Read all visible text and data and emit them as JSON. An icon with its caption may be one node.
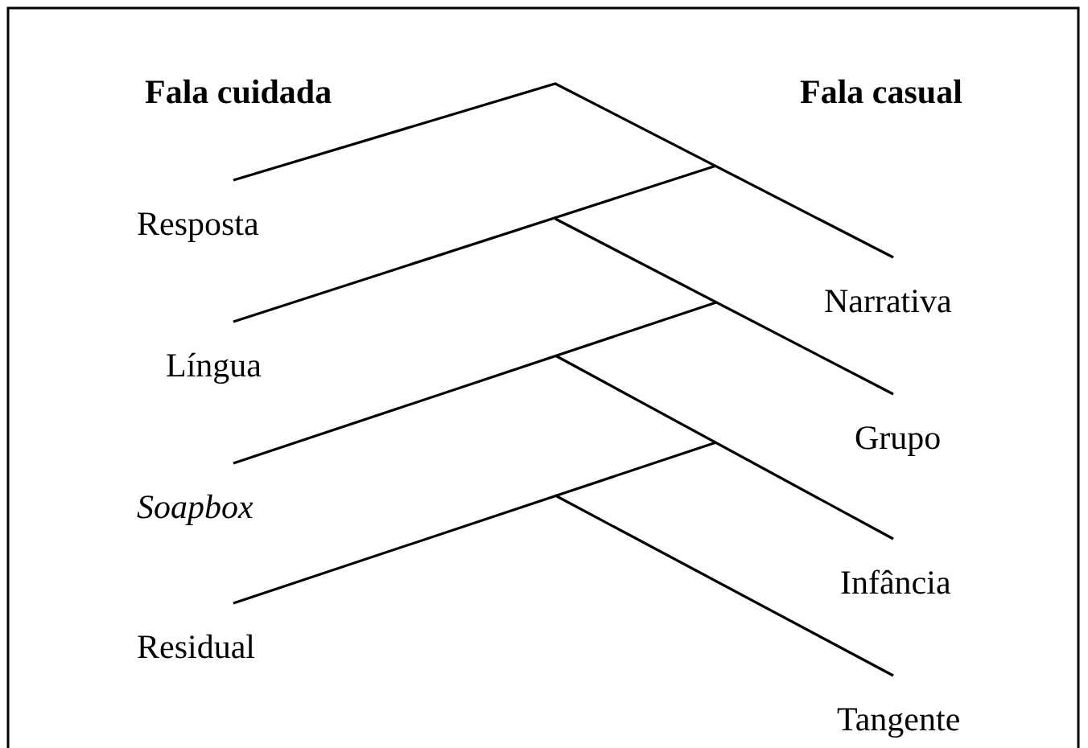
{
  "diagram": {
    "nodes": [
      {
        "text": [
          "Resposta"
        ]
      },
      {
        "text": [
          "Narrativa"
        ]
      },
      {
        "text": [
          "Língua"
        ]
      },
      {
        "text": [
          "Grupo"
        ]
      },
      {
        "text": [
          "Soapbox"
        ]
      },
      {
        "text": [
          "Infância"
        ]
      },
      {
        "text": [
          "Residual"
        ]
      },
      {
        "text": [
          "Tangente"
        ]
      }
    ],
    "edges": [
      {
        "from": 0,
        "to": 1,
        "arrow": "none"
      },
      {
        "from": null,
        "to": 2,
        "arrow": "none"
      },
      {
        "from": null,
        "to": 3,
        "arrow": "none"
      },
      {
        "from": null,
        "to": 4,
        "arrow": "none"
      },
      {
        "from": null,
        "to": 5,
        "arrow": "none"
      },
      {
        "from": null,
        "to": 6,
        "arrow": "none"
      },
      {
        "from": null,
        "to": 7,
        "arrow": "none"
      }
    ],
    "labels": [
      "Fala cuidada",
      "Fala casual"
    ]
  }
}
